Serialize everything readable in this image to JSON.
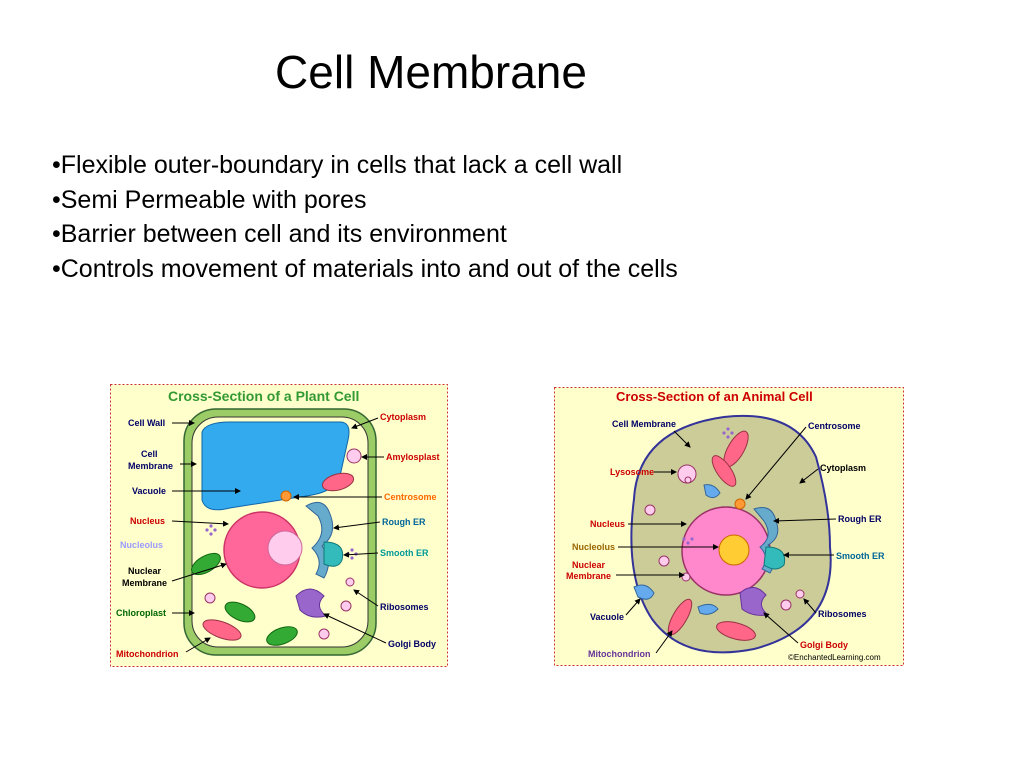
{
  "slide": {
    "title": "Cell Membrane",
    "bullets": [
      "•Flexible outer-boundary in cells that lack a cell wall",
      "•Semi Permeable with pores",
      "•Barrier between cell and its environment",
      "•Controls movement of materials into and out of the cells"
    ]
  },
  "plant_cell": {
    "title": "Cross-Section of a Plant Cell",
    "labels": {
      "cell_wall": "Cell Wall",
      "cell_membrane_1": "Cell",
      "cell_membrane_2": "Membrane",
      "vacuole": "Vacuole",
      "nucleus": "Nucleus",
      "nucleolus": "Nucleolus",
      "nuclear_membrane_1": "Nuclear",
      "nuclear_membrane_2": "Membrane",
      "chloroplast": "Chloroplast",
      "mitochondrion": "Mitochondrion",
      "cytoplasm": "Cytoplasm",
      "amylosplast": "Amylosplast",
      "centrosome": "Centrosome",
      "rough_er": "Rough ER",
      "smooth_er": "Smooth ER",
      "ribosomes": "Ribosomes",
      "golgi_body": "Golgi Body"
    },
    "colors": {
      "background": "#ffffcc",
      "border": "#cc3333",
      "cell_wall": "#9ccc66",
      "cytoplasm": "#ffffcc",
      "vacuole": "#33aaee",
      "nucleus": "#ff6699",
      "nucleolus": "#ffccee",
      "chloroplast": "#33aa33",
      "title": "#339933"
    }
  },
  "animal_cell": {
    "title": "Cross-Section of an Animal Cell",
    "copyright": "©EnchantedLearning.com",
    "labels": {
      "cell_membrane": "Cell Membrane",
      "lysosome": "Lysosome",
      "nucleus": "Nucleus",
      "nucleolus": "Nucleolus",
      "nuclear_membrane_1": "Nuclear",
      "nuclear_membrane_2": "Membrane",
      "vacuole": "Vacuole",
      "mitochondrion": "Mitochondrion",
      "centrosome": "Centrosome",
      "cytoplasm": "Cytoplasm",
      "rough_er": "Rough ER",
      "smooth_er": "Smooth ER",
      "ribosomes": "Ribosomes",
      "golgi_body": "Golgi Body"
    },
    "colors": {
      "background": "#ffffcc",
      "border": "#cc3333",
      "cell": "#cccc99",
      "membrane": "#333399",
      "nucleus": "#ff88cc",
      "nucleolus": "#ffcc33",
      "title": "#cc0000"
    }
  }
}
